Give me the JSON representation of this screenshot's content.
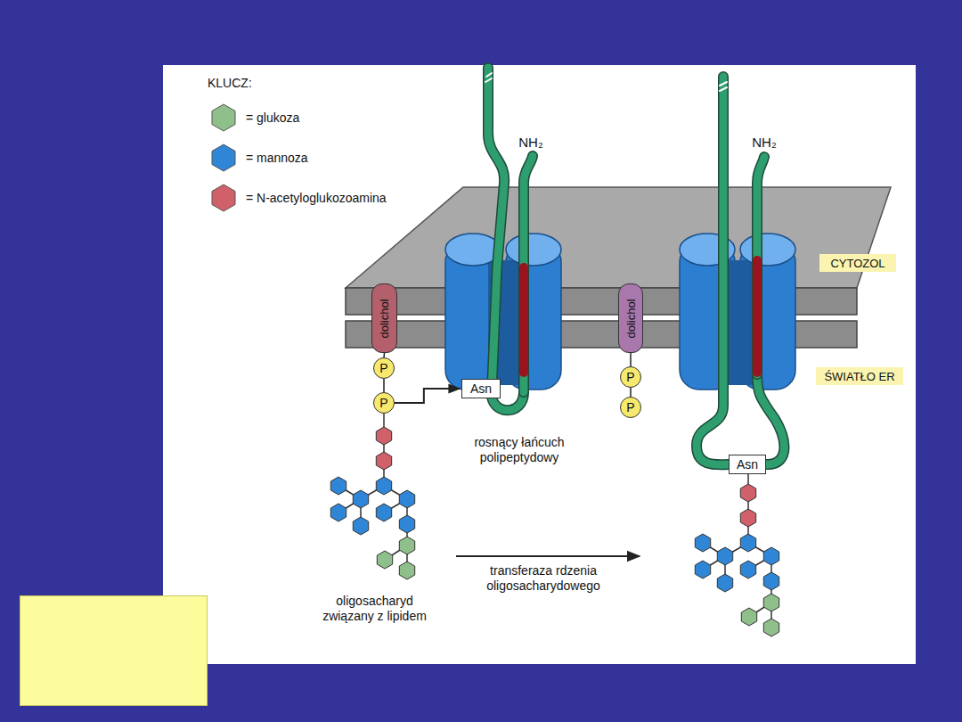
{
  "diagram": {
    "nodes": [
      {
        "text": [
          "dolichol"
        ]
      },
      {
        "text": [
          "P"
        ]
      },
      {
        "text": [
          "P"
        ]
      },
      {
        "text": [
          "Asn"
        ]
      },
      {
        "text": [
          "dolichol"
        ]
      },
      {
        "text": [
          "P"
        ]
      },
      {
        "text": [
          "P"
        ]
      },
      {
        "text": [
          "Asn"
        ]
      },
      {
        "text": [
          "CYTOZOL"
        ]
      },
      {
        "text": [
          "ŚWIATŁO ER"
        ]
      }
    ],
    "edges": [
      {
        "from": 0,
        "to": 1,
        "arrow": "none"
      },
      {
        "from": 1,
        "to": 2,
        "arrow": "none"
      },
      {
        "from": 2,
        "to": 3,
        "arrow": "to"
      },
      {
        "from": 4,
        "to": 5,
        "arrow": "none"
      },
      {
        "from": 5,
        "to": 6,
        "arrow": "none"
      }
    ],
    "labels": [
      "KLUCZ:",
      "NH₂",
      "NH₂",
      "rosnący łańcuch polipeptydowy",
      "transferaza rdzenia oligosacharydowego",
      "oligosacharyd związany z lipidem"
    ],
    "legend": [
      {
        "text": "= glukoza",
        "color": "#8fbf8a"
      },
      {
        "text": "= mannoza",
        "color": "#2f86d6"
      },
      {
        "text": "= N-acetyloglukozoamina",
        "color": "#d0606a"
      }
    ]
  }
}
